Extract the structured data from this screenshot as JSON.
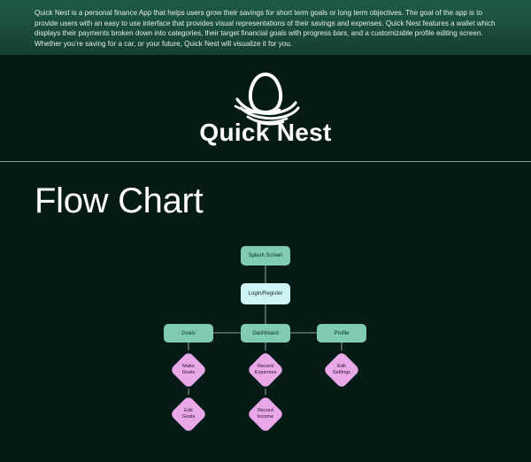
{
  "intro_text": "Quick Nest is a personal finance App that helps users grow their savings for short term goals or long term objectives. The goal of the app is to provide users with an easy to use interface that provides visual representations of their savings and expenses. Quick Nest features a wallet which displays their payments broken down into categories, their target financial goals with progress bars, and a customizable profile editing screen. Whether you’re saving for a car, or your future, Quick Nest will visualize it for you.",
  "brand": {
    "name": "Quick Nest",
    "logo_icon": "nest-egg-icon"
  },
  "section_title": "Flow Chart",
  "flow": {
    "splash": "Splash Screen",
    "login": "Login/Register",
    "goals": "Goals",
    "dashboard": "Dashboard",
    "profile": "Profile",
    "make_goals_1": "Make",
    "make_goals_2": "Goals",
    "edit_goals_1": "Edit",
    "edit_goals_2": "Goals",
    "record_expenses_1": "Record",
    "record_expenses_2": "Expenses",
    "record_income_1": "Record",
    "record_income_2": "Income",
    "edit_settings_1": "Edit",
    "edit_settings_2": "Settings"
  },
  "colors": {
    "background": "#071b16",
    "intro_band": "#1f5a48",
    "screen_node": "#7fccb3",
    "login_node": "#cdf3f4",
    "action_node": "#e9a8e8",
    "connector": "#9aa7a3"
  }
}
